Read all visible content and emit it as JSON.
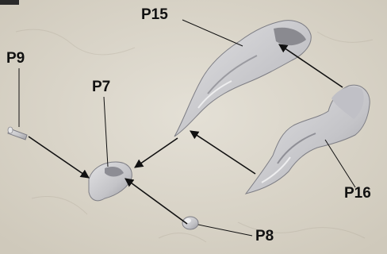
{
  "parts": [
    {
      "id": "p15",
      "label": "P15"
    },
    {
      "id": "p9",
      "label": "P9"
    },
    {
      "id": "p7",
      "label": "P7"
    },
    {
      "id": "p16",
      "label": "P16"
    },
    {
      "id": "p8",
      "label": "P8"
    }
  ],
  "colors": {
    "background": "#ddd8cc",
    "part_light": "#d2d2d4",
    "part_shadow": "#8a8a90",
    "line": "#111111"
  }
}
